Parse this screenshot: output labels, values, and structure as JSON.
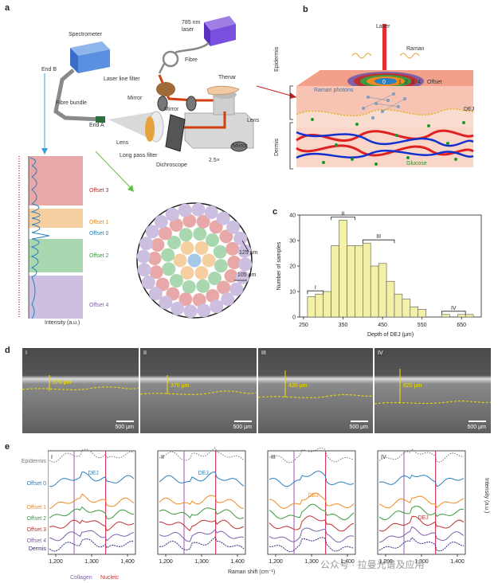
{
  "panels": {
    "a": "a",
    "b": "b",
    "c": "c",
    "d": "d",
    "e": "e"
  },
  "setup": {
    "spectrometer": "Spectrometer",
    "laser": "785 nm\nlaser",
    "fibre": "Fibre",
    "end_b": "End B",
    "fibre_bundle": "Fibre bundle",
    "laser_line_filter": "Laser line filter",
    "mirror_1": "Mirror",
    "mirror_2": "Mirror",
    "mirror_3": "Mirror",
    "thenar": "Thenar",
    "lens_1": "Lens",
    "lens_2": "Lens",
    "end_a": "End A",
    "long_pass_filter": "Long pass filter",
    "dichroscope": "Dichroscope",
    "mag": "2.5×"
  },
  "spectrum_strip": {
    "offsets": [
      "Offset 3",
      "Offset 1",
      "Offset 0",
      "Offset 2",
      "Offset 4"
    ],
    "colors": [
      "#e8a8a8",
      "#f6cfa0",
      "#ffffff",
      "#a9d8b0",
      "#cdbfe0"
    ],
    "xlabel": "Intensity (a.u.)"
  },
  "bundle": {
    "d1": "125 μm",
    "d2": "105 μm",
    "colors": {
      "center": "#a8c8e8",
      "ring1": "#f6cfa0",
      "ring2": "#a9d8b0",
      "ring3": "#e8a8a8",
      "ring4": "#cdbfe0"
    }
  },
  "skin": {
    "laser": "Laser",
    "raman": "Raman",
    "offset": "Offset",
    "offset_nums": [
      "0",
      "1",
      "2",
      "3",
      "4"
    ],
    "raman_photons": "Raman photons",
    "epidermis": "Epidermis",
    "dermis": "Dermis",
    "dej": "DEJ",
    "glucose": "Glucose"
  },
  "chart_data": {
    "type": "bar",
    "xlabel": "Depth of DEJ (μm)",
    "ylabel": "Number of samples",
    "xlim": [
      240,
      700
    ],
    "ylim": [
      0,
      40
    ],
    "xticks": [
      250,
      350,
      450,
      550,
      650
    ],
    "yticks": [
      0,
      10,
      20,
      30,
      40
    ],
    "bin_width": 20,
    "bins": [
      270,
      290,
      310,
      330,
      350,
      370,
      390,
      410,
      430,
      450,
      470,
      490,
      510,
      530,
      550,
      570,
      590,
      610,
      630,
      650,
      670
    ],
    "values": [
      8,
      9,
      10,
      28,
      38,
      28,
      28,
      29,
      20,
      21,
      14,
      9,
      7,
      4,
      3,
      0,
      0,
      1,
      0,
      1,
      1
    ],
    "groups": [
      {
        "label": "I",
        "from": 270,
        "to": 290
      },
      {
        "label": "II",
        "from": 330,
        "to": 370
      },
      {
        "label": "III",
        "from": 410,
        "to": 470
      },
      {
        "label": "IV",
        "from": 610,
        "to": 650
      }
    ]
  },
  "oct": {
    "images": [
      {
        "id": "I",
        "depth": "370 μm"
      },
      {
        "id": "II",
        "depth": "370 μm"
      },
      {
        "id": "III",
        "depth": "430 μm"
      },
      {
        "id": "IV",
        "depth": "620 μm"
      }
    ],
    "scalebar": "500 μm"
  },
  "spectra": {
    "row_labels": [
      "Epidermis",
      "Offset 0",
      "Offset 1",
      "Offset 2",
      "Offset 3",
      "Offset 4",
      "Dermis"
    ],
    "row_colors": [
      "#777777",
      "#2a7fc0",
      "#f08a20",
      "#3a9a40",
      "#c03030",
      "#8060a8",
      "#2a3080"
    ],
    "panels": [
      {
        "id": "I",
        "dej_label": "DEJ",
        "dej_row": 1
      },
      {
        "id": "II",
        "dej_label": "DEJ",
        "dej_row": 1
      },
      {
        "id": "III",
        "dej_label": "DEJ",
        "dej_row": 2
      },
      {
        "id": "IV",
        "dej_label": "DEJ",
        "dej_row": 4
      }
    ],
    "xticks": [
      "1,200",
      "1,300",
      "1,400"
    ],
    "xlabel": "Raman shift (cm⁻¹)",
    "ylabel": "Intensity (a.u.)",
    "collagen": "Collagen",
    "nucleic": "Nucleic",
    "watermark": "公众号 · 拉曼光谱及应用"
  }
}
